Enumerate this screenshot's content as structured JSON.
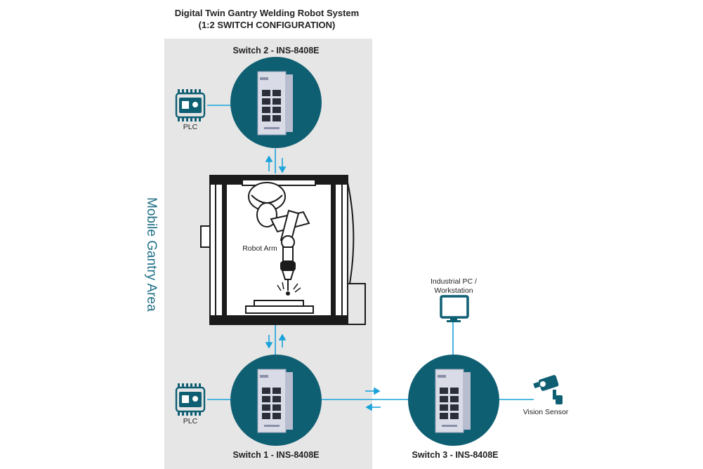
{
  "diagram": {
    "title_line1": "Digital Twin Gantry Welding Robot System",
    "title_line2": "(1:2 SWITCH CONFIGURATION)",
    "area_label": "Mobile Gantry Area",
    "switch2_label": "Switch 2 - INS-8408E",
    "switch1_label": "Switch 1 - INS-8408E",
    "switch3_label": "Switch 3 - INS-8408E",
    "plc_top_label": "PLC",
    "plc_bottom_label": "PLC",
    "robot_label": "Robot Arm",
    "pc_label_line1": "Industrial PC /",
    "pc_label_line2": "Workstation",
    "vision_label": "Vision Sensor"
  },
  "colors": {
    "switch_circle": "#0f5f73",
    "link_line": "#1aa3d9",
    "device_icon": "#0f5f73",
    "area_bg": "#e6e6e6"
  }
}
